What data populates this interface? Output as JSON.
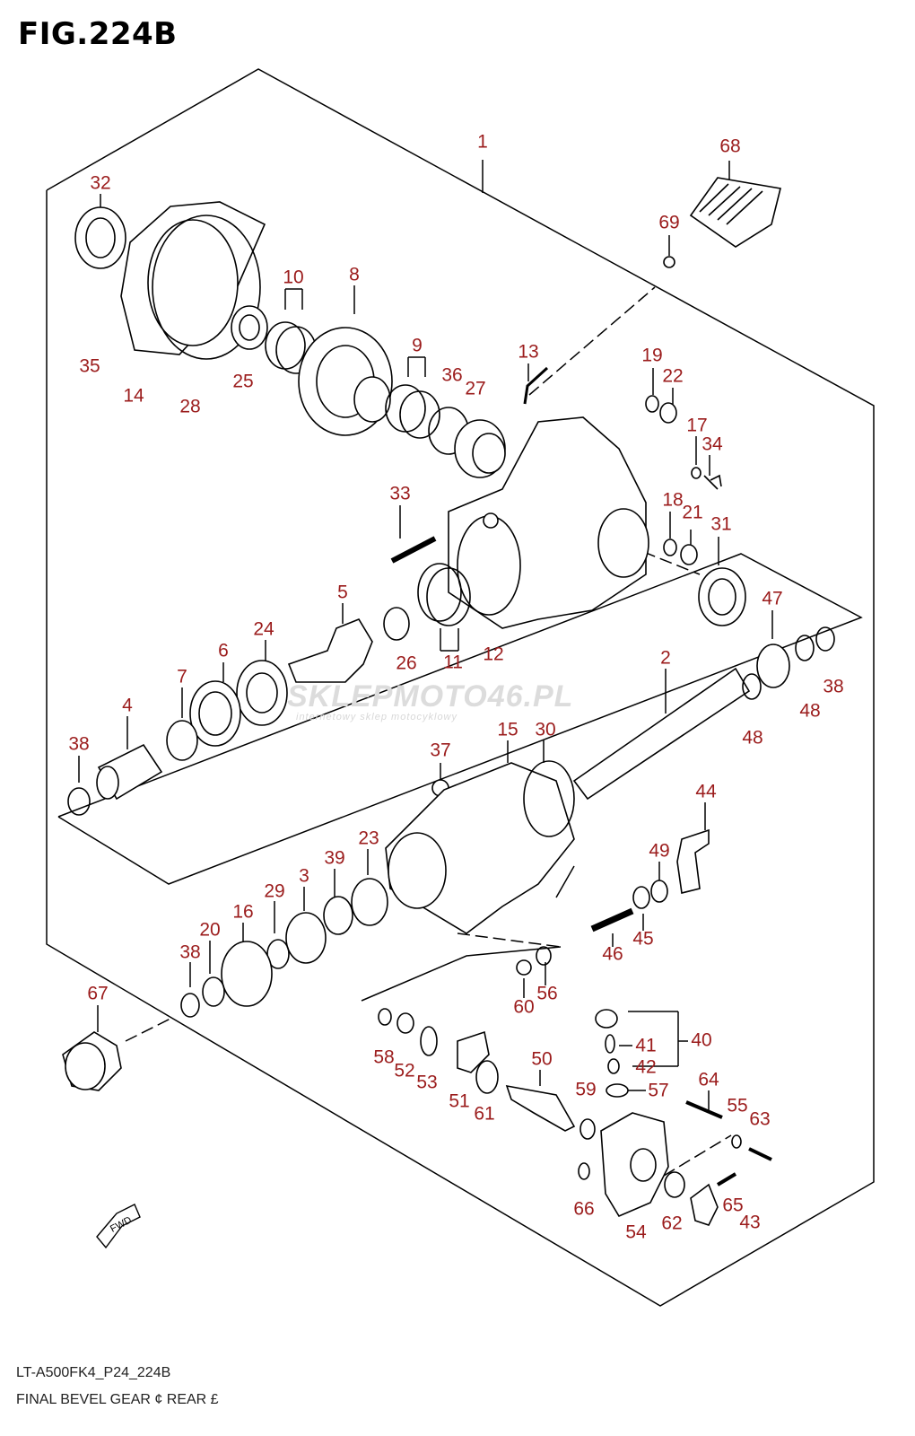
{
  "title": "FIG.224B",
  "watermark": {
    "brand": "SKLEPMOTO46.PL",
    "tagline": "internetowy sklep motocyklowy"
  },
  "footer": {
    "code": "LT-A500FK4_P24_224B",
    "caption": "FINAL BEVEL GEAR  ¢ REAR £"
  },
  "fwd_label": "FWD",
  "colors": {
    "callout": "#9b1c1c",
    "line": "#000000",
    "watermark": "#dcdcdc"
  },
  "callouts": [
    "1",
    "68",
    "32",
    "69",
    "10",
    "8",
    "35",
    "14",
    "28",
    "25",
    "9",
    "13",
    "19",
    "22",
    "36",
    "27",
    "17",
    "34",
    "33",
    "18",
    "21",
    "31",
    "5",
    "24",
    "47",
    "6",
    "26",
    "11",
    "12",
    "7",
    "2",
    "38",
    "48",
    "4",
    "38",
    "48",
    "15",
    "30",
    "37",
    "44",
    "23",
    "39",
    "49",
    "3",
    "29",
    "16",
    "20",
    "46",
    "45",
    "38",
    "60",
    "56",
    "67",
    "40",
    "41",
    "58",
    "42",
    "52",
    "53",
    "50",
    "64",
    "57",
    "59",
    "51",
    "61",
    "55",
    "63",
    "66",
    "65",
    "62",
    "54",
    "43"
  ]
}
